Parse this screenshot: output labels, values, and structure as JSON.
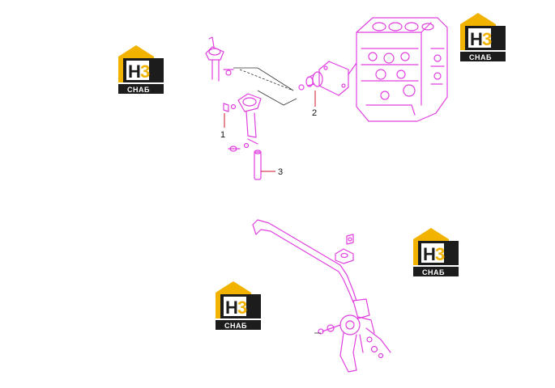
{
  "callouts": [
    {
      "number": "1"
    },
    {
      "number": "2"
    },
    {
      "number": "3"
    }
  ],
  "watermark": {
    "mark": "H3",
    "label": "СНАБ",
    "colors": {
      "yellow": "#f2b200",
      "dark": "#1c1c1c",
      "white": "#ffffff"
    }
  },
  "colors": {
    "part_line": "#e040e0",
    "leader": "#d0102a",
    "text": "#111111"
  }
}
